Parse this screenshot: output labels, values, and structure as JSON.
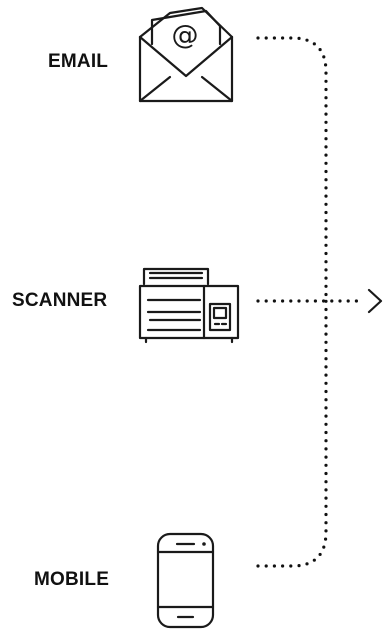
{
  "sources": [
    {
      "id": "email",
      "label": "EMAIL",
      "icon": "envelope-icon"
    },
    {
      "id": "scanner",
      "label": "SCANNER",
      "icon": "scanner-icon"
    },
    {
      "id": "mobile",
      "label": "MOBILE",
      "icon": "smartphone-icon"
    }
  ],
  "envelope_symbol": "@",
  "colors": {
    "ink": "#111111",
    "background": "#ffffff"
  }
}
